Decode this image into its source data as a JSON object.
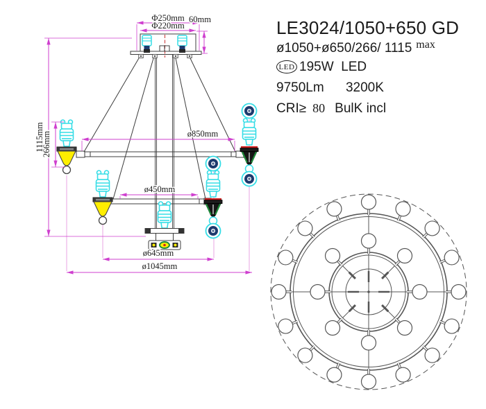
{
  "specs": {
    "model": "LE3024/1050+650 GD",
    "dimensions_line": "ø1050+ø650/266/ 1115",
    "dimensions_max": "max",
    "led_badge": "LED",
    "power": "195W  LED",
    "lumens": "9750Lm",
    "color_temperature": "3200K",
    "cri_label": "CRI≥",
    "cri_value": "80",
    "bulb_note": "BulK incl"
  },
  "front_view": {
    "dims": {
      "canopy_outer": "Φ250mm",
      "canopy_inner": "Φ220mm",
      "canopy_height": "60mm",
      "upper_ring": "ø850mm",
      "lower_ring": "ø450mm",
      "lower_span": "ø645mm",
      "upper_span": "ø1045mm",
      "total_height": "1115mm",
      "candle_height": "266mm"
    }
  },
  "plan_view": {
    "outer_bulb_count": 16,
    "inner_bulb_count": 8
  },
  "colors": {
    "dimension_magenta": "#cf3fcf",
    "cyan": "#35dde6",
    "yellow": "#ffee00",
    "green": "#1e8f3a",
    "red": "#cc2020",
    "navy": "#1d3a6e",
    "line": "#3c3c3c",
    "dashed_circle": "#c9a394"
  }
}
